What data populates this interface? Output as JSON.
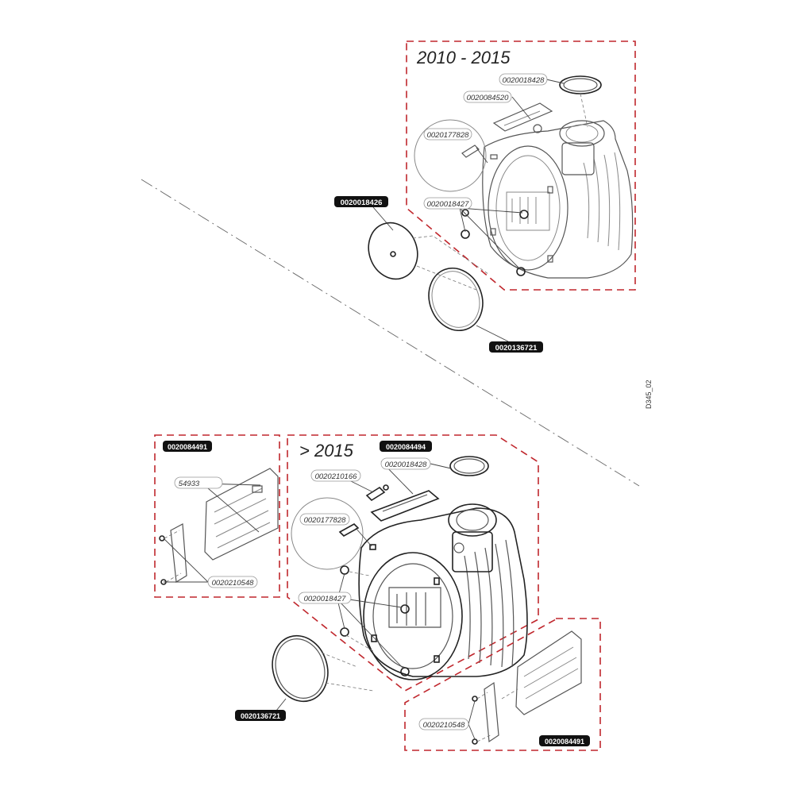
{
  "headings": {
    "upper": "2010 - 2015",
    "lower": "> 2015"
  },
  "drawing_code": "D345_02",
  "labels": {
    "upper_gasket_ring": "0020018428",
    "upper_cover": "0020084520",
    "upper_sensor": "0020177828",
    "upper_nut": "0020018427",
    "upper_disc": "0020018426",
    "upper_seal": "0020136721",
    "lower_cover": "0020084494",
    "lower_gasket_ring": "0020018428",
    "lower_clip": "0020210166",
    "lower_sensor": "0020177828",
    "lower_nut": "0020018427",
    "lower_seal": "0020136721",
    "left_panel": "0020084491",
    "left_part": "54933",
    "left_screw": "0020210548",
    "right_screw": "0020210548",
    "right_panel": "0020084491"
  }
}
